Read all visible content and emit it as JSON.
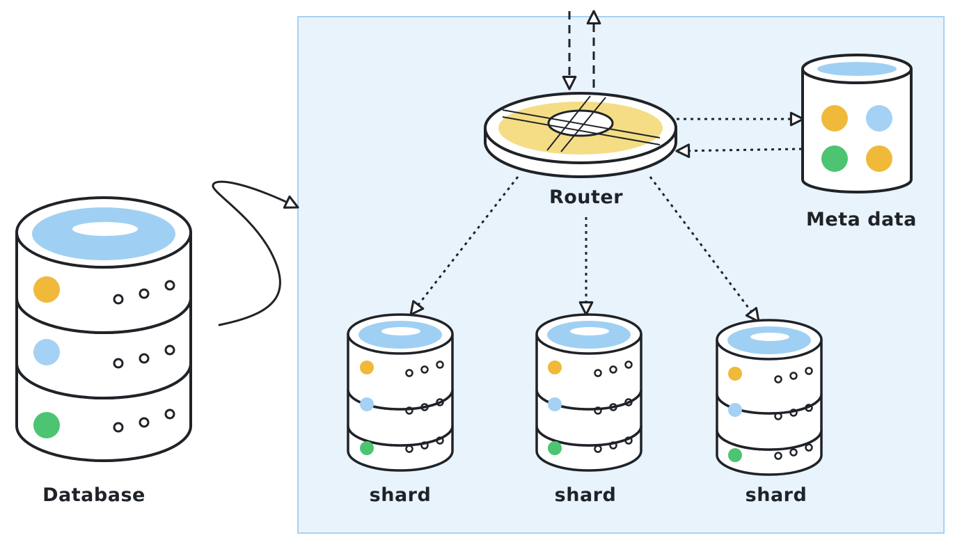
{
  "labels": {
    "database": "Database",
    "router": "Router",
    "meta_data": "Meta data",
    "shard_1": "shard",
    "shard_2": "shard",
    "shard_3": "shard"
  },
  "colors": {
    "panel_fill": "#e8f3fc",
    "panel_border": "#a9d2f0",
    "disk_blue": "#9fd0f3",
    "router_yellow": "#f4dd84",
    "dot_orange": "#f0b93a",
    "dot_blue": "#a4d1f4",
    "dot_green": "#4cc471",
    "stroke": "#1f2328"
  },
  "icons": {
    "database": "database-cylinder-icon",
    "router": "router-disc-icon",
    "meta_data": "metadata-store-icon",
    "shard": "shard-cylinder-icon"
  }
}
